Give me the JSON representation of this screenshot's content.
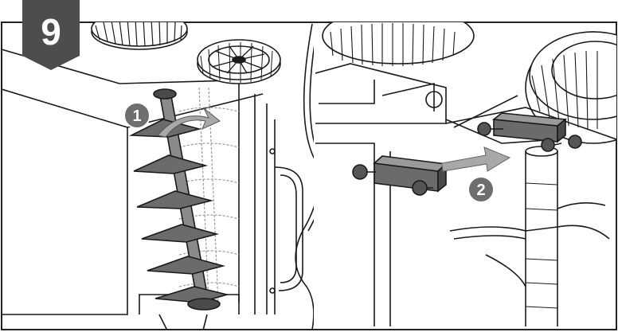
{
  "step": {
    "number": "9"
  },
  "callouts": [
    {
      "label": "1"
    },
    {
      "label": "2"
    }
  ],
  "colors": {
    "step_badge": "#4d4d4d",
    "callout_circle": "#6e6e6e",
    "arrow_gray": "#a8a8a8",
    "line": "#1a1a1a",
    "bracket": "#5a5a5a"
  }
}
